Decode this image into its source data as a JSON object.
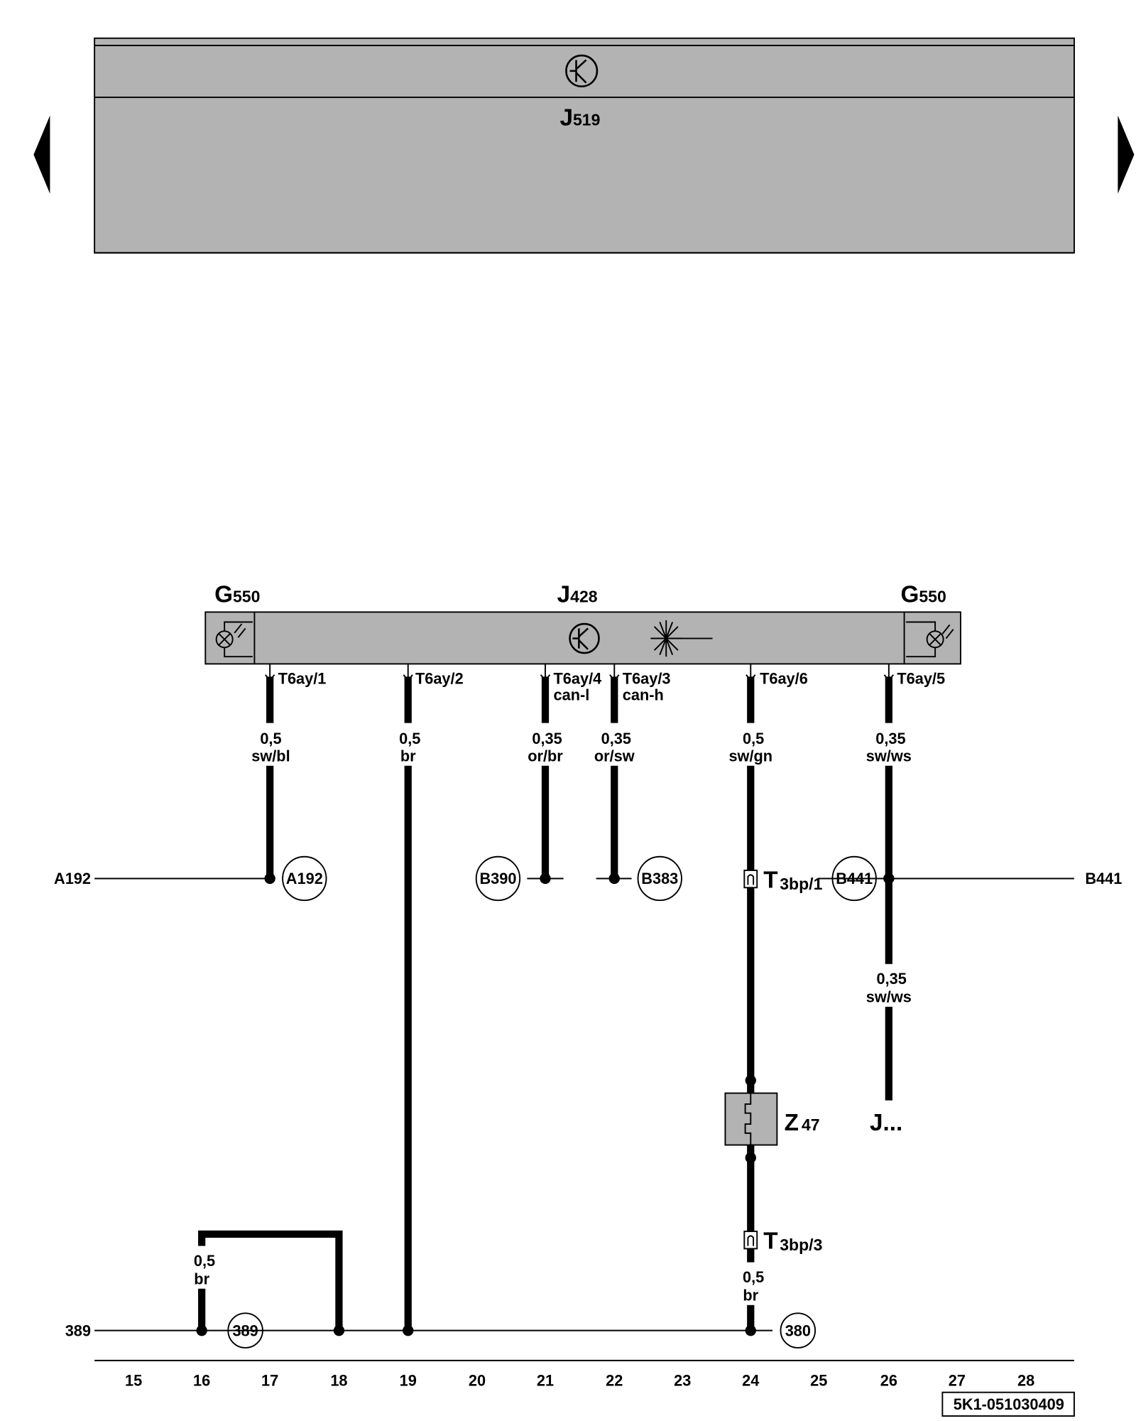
{
  "top_component": {
    "letter": "J",
    "sub": "519"
  },
  "module": {
    "letter": "J",
    "sub": "428"
  },
  "sensor_left": {
    "letter": "G",
    "sub": "550"
  },
  "sensor_right": {
    "letter": "G",
    "sub": "550"
  },
  "pins": [
    "T6ay/1",
    "T6ay/2",
    "T6ay/4",
    "T6ay/3",
    "T6ay/6",
    "T6ay/5"
  ],
  "pin_notes": {
    "p4": "can-l",
    "p3": "can-h"
  },
  "wires": [
    {
      "size": "0,5",
      "color": "sw/bl"
    },
    {
      "size": "0,5",
      "color": "br"
    },
    {
      "size": "0,35",
      "color": "or/br"
    },
    {
      "size": "0,35",
      "color": "or/sw"
    },
    {
      "size": "0,5",
      "color": "sw/gn"
    },
    {
      "size": "0,35",
      "color": "sw/ws"
    },
    {
      "size": "0,35",
      "color": "sw/ws"
    },
    {
      "size": "0,5",
      "color": "br"
    },
    {
      "size": "0,5",
      "color": "br"
    }
  ],
  "refs": {
    "a192_left": "A192",
    "a192": "A192",
    "b390": "B390",
    "b383": "B383",
    "b441": "B441",
    "b441_right": "B441",
    "r389_left": "389",
    "r389": "389",
    "r380": "380"
  },
  "connectors": {
    "t1": {
      "letter": "T",
      "sub": "3bp/1"
    },
    "t3": {
      "letter": "T",
      "sub": "3bp/3"
    }
  },
  "fuse": {
    "letter": "Z",
    "sub": "47"
  },
  "continuation": "J...",
  "tracks": [
    "15",
    "16",
    "17",
    "18",
    "19",
    "20",
    "21",
    "22",
    "23",
    "24",
    "25",
    "26",
    "27",
    "28"
  ],
  "doc_id": "5K1-051030409"
}
